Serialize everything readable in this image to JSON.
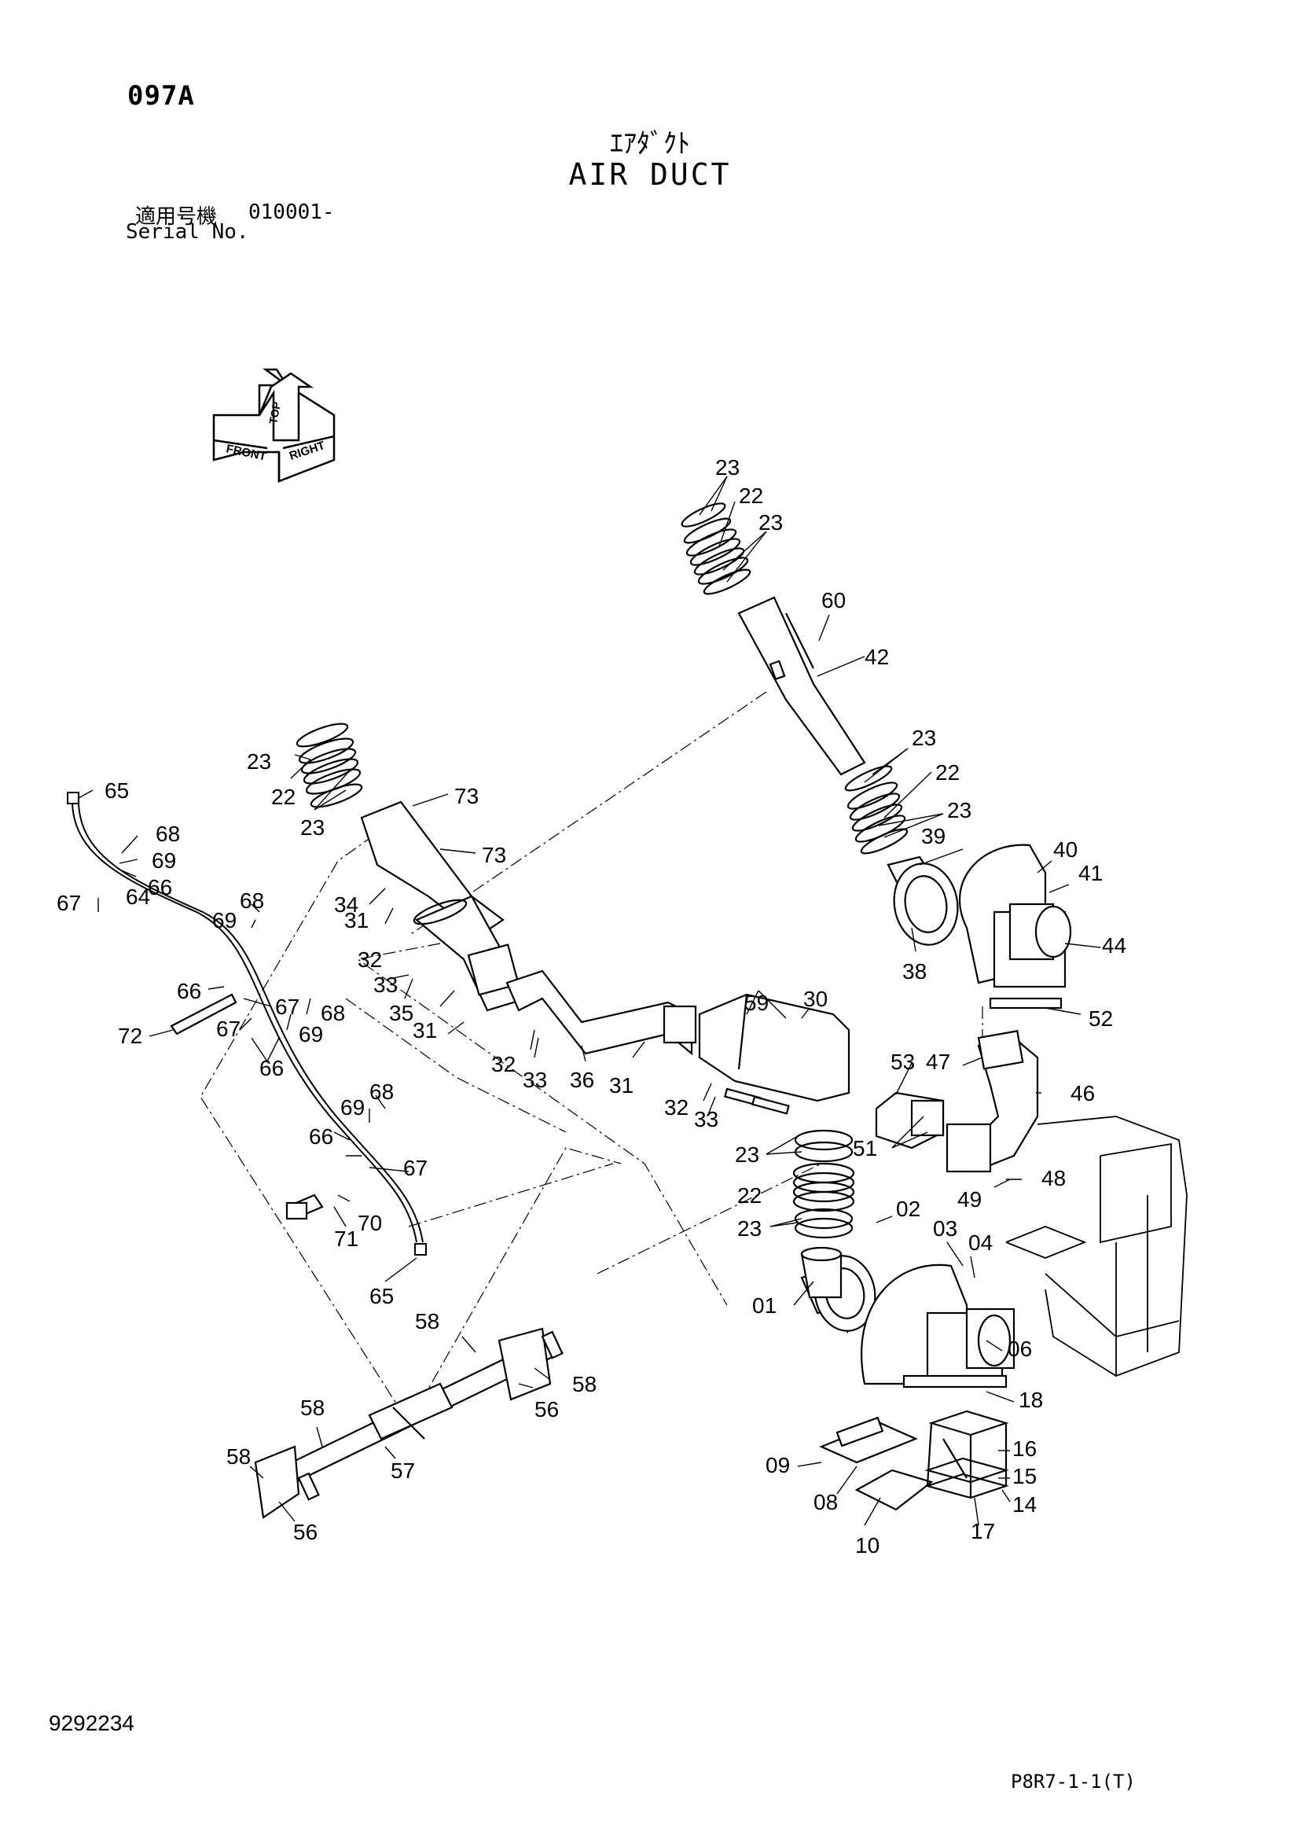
{
  "header": {
    "page_number": "097A",
    "title_jp": "ｴｱﾀﾞｸﾄ",
    "title_en": "AIR DUCT",
    "serial_label_jp": "適用号機",
    "serial_value": "010001-",
    "serial_label_en": "Serial No."
  },
  "orientation_badge": {
    "top": "TOP",
    "front": "FRONT",
    "right": "RIGHT"
  },
  "callouts": {
    "c01": "01",
    "c02": "02",
    "c03": "03",
    "c04": "04",
    "c06": "06",
    "c08": "08",
    "c09": "09",
    "c10": "10",
    "c14": "14",
    "c15": "15",
    "c16": "16",
    "c17": "17",
    "c18": "18",
    "c22a": "22",
    "c22b": "22",
    "c22c": "22",
    "c22d": "22",
    "c23a": "23",
    "c23b": "23",
    "c23c": "23",
    "c23d": "23",
    "c23e": "23",
    "c23f": "23",
    "c23g": "23",
    "c23h": "23",
    "c30": "30",
    "c31a": "31",
    "c31b": "31",
    "c31c": "31",
    "c32a": "32",
    "c32b": "32",
    "c32c": "32",
    "c33a": "33",
    "c33b": "33",
    "c33c": "33",
    "c34": "34",
    "c35": "35",
    "c36": "36",
    "c38": "38",
    "c39": "39",
    "c40": "40",
    "c41": "41",
    "c42": "42",
    "c44": "44",
    "c46": "46",
    "c47": "47",
    "c48": "48",
    "c49": "49",
    "c51": "51",
    "c52": "52",
    "c53": "53",
    "c56a": "56",
    "c56b": "56",
    "c57": "57",
    "c58a": "58",
    "c58b": "58",
    "c58c": "58",
    "c58d": "58",
    "c59": "59",
    "c60": "60",
    "c64": "64",
    "c65a": "65",
    "c65b": "65",
    "c66a": "66",
    "c66b": "66",
    "c66c": "66",
    "c66d": "66",
    "c67a": "67",
    "c67b": "67",
    "c67c": "67",
    "c67d": "67",
    "c68a": "68",
    "c68b": "68",
    "c68c": "68",
    "c68d": "68",
    "c69a": "69",
    "c69b": "69",
    "c69c": "69",
    "c69d": "69",
    "c70": "70",
    "c71": "71",
    "c72": "72",
    "c73a": "73",
    "c73b": "73"
  },
  "footer": {
    "doc_number": "9292234",
    "page_code": "P8R7-1-1(T)"
  }
}
